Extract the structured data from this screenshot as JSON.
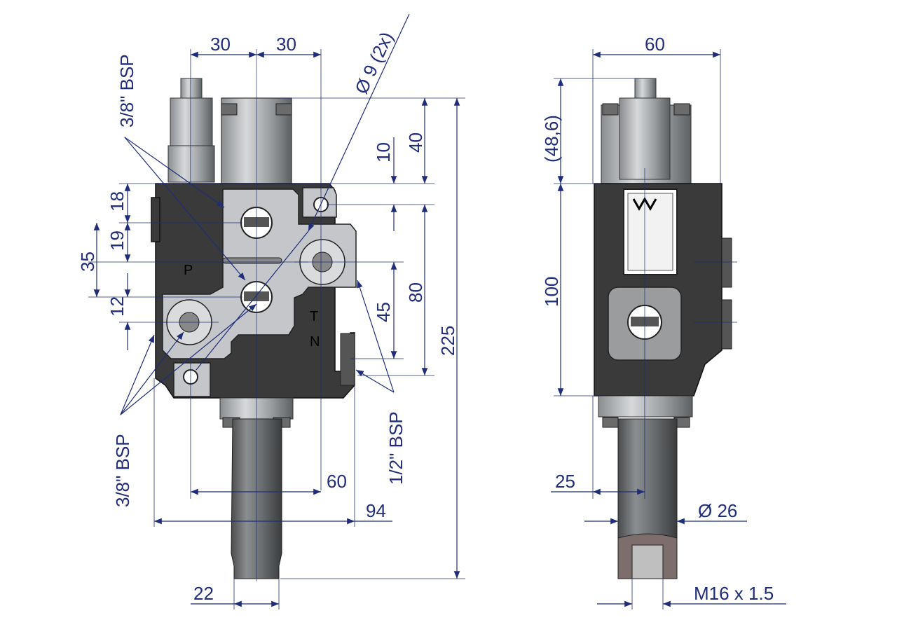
{
  "front_view": {
    "dim_left_half": "30",
    "dim_right_half": "30",
    "dim_hole": "Ø 9 (2x)",
    "dim_top_40": "40",
    "dim_top_10": "10",
    "dim_18": "18",
    "dim_19": "19",
    "dim_35": "35",
    "dim_12": "12",
    "dim_80": "80",
    "dim_45": "45",
    "dim_225": "225",
    "dim_60_bottom": "60",
    "dim_94": "94",
    "dim_22": "22",
    "label_bsp_top": "3/8\" BSP",
    "label_bsp_bottom": "3/8\" BSP",
    "label_bsp_half": "1/2\" BSP",
    "port_p": "P",
    "port_t": "T",
    "port_n": "N"
  },
  "side_view": {
    "dim_60_top": "60",
    "dim_486": "(48,6)",
    "dim_100": "100",
    "dim_25": "25",
    "dim_26": "Ø 26",
    "dim_thread": "M16 x 1.5"
  },
  "colors": {
    "dimension": "#1f2d7a",
    "body": "#3a3a3a",
    "plate": "#c4c6c9"
  }
}
